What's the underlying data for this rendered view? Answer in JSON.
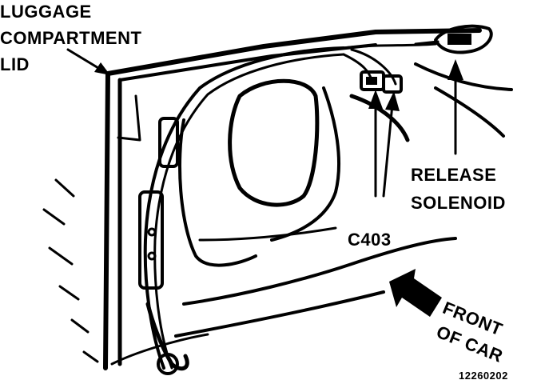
{
  "labels": {
    "luggage_line1": "LUGGAGE",
    "luggage_line2": "COMPARTMENT",
    "luggage_line3": "LID",
    "release_line1": "RELEASE",
    "release_line2": "SOLENOID",
    "connector": "C403",
    "front_line1": "FRONT",
    "front_line2": "OF CAR",
    "figure_number": "12260202"
  }
}
